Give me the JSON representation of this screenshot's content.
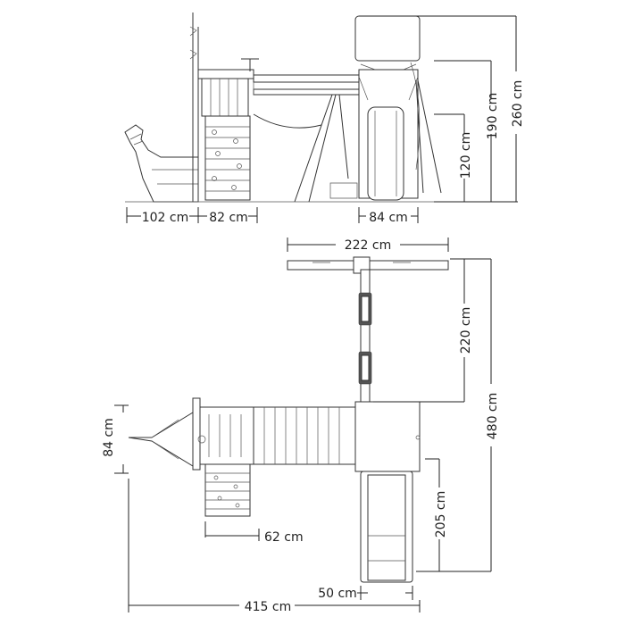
{
  "dimensions": {
    "front_width_a": "102 cm",
    "front_width_b": "82 cm",
    "front_slide_width": "84 cm",
    "height_120": "120 cm",
    "height_190": "190 cm",
    "height_260": "260 cm",
    "top_swing_width": "222 cm",
    "top_swing_length": "220 cm",
    "top_total_length": "480 cm",
    "top_ship_width": "84 cm",
    "top_ladder_width": "62 cm",
    "top_slide_length": "205 cm",
    "top_slide_width": "50 cm",
    "top_total_width": "415 cm"
  }
}
